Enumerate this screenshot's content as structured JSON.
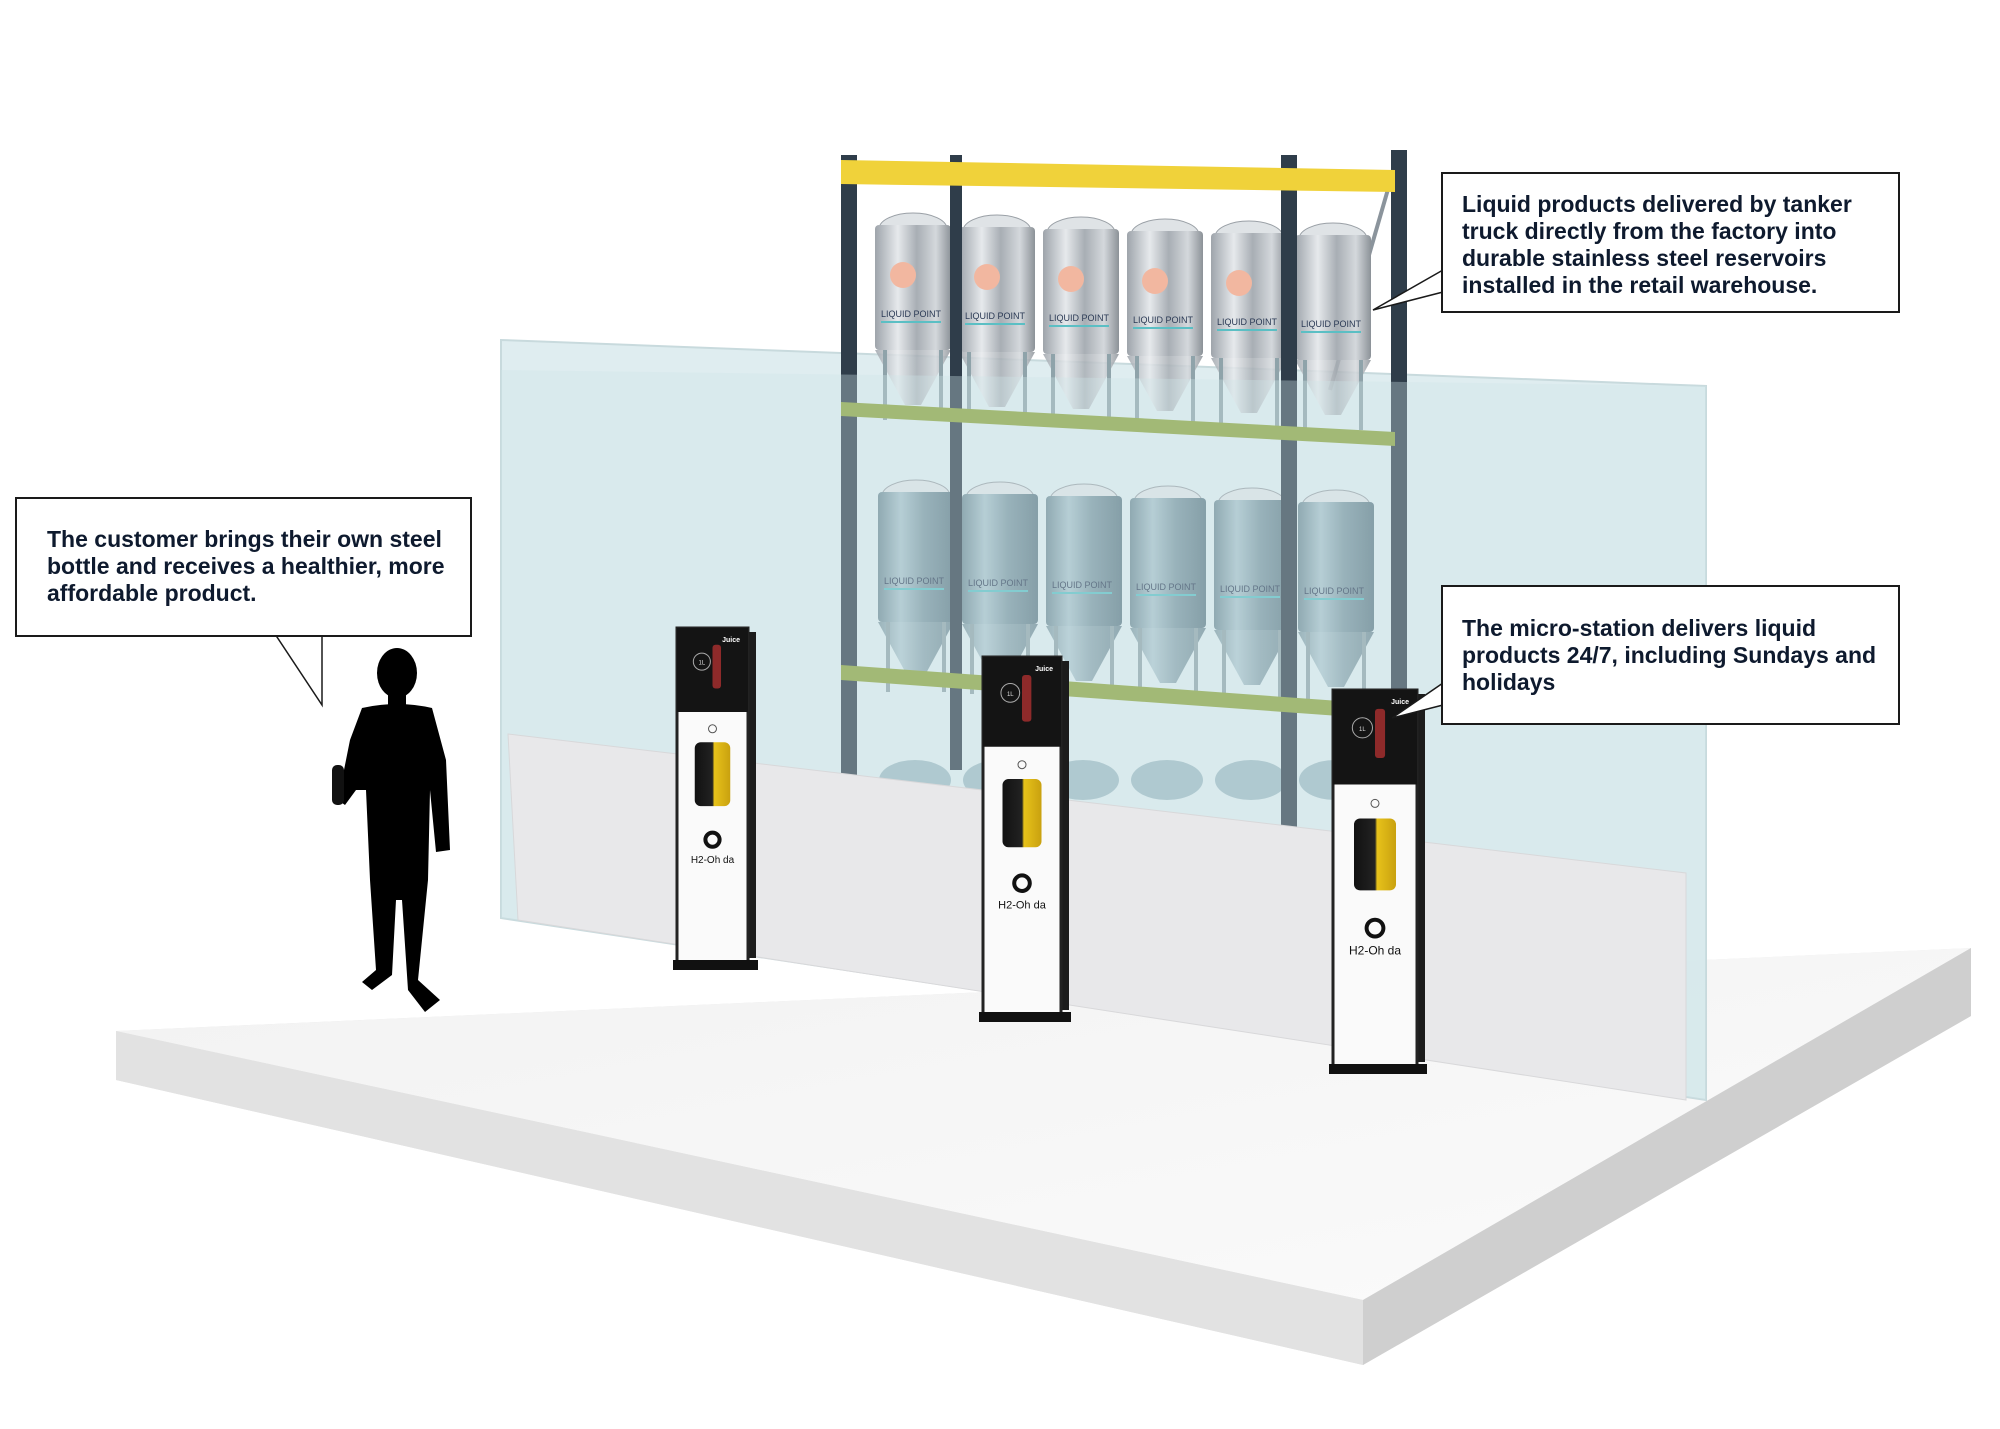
{
  "callouts": {
    "customer": "The customer brings their own steel bottle and receives a healthier, more affordable product.",
    "tanks": "Liquid products delivered by tanker truck directly from the factory into durable stainless steel reservoirs installed in the retail warehouse.",
    "station": "The micro-station delivers liquid products 24/7, including Sundays and holidays"
  },
  "tank_brand": "LIQUID POINT",
  "kiosk": {
    "screen_title": "Juice",
    "volume": "1L",
    "brand": "H2-Oh da"
  },
  "colors": {
    "rack_upright": "#2f3d4a",
    "rack_top_beam": "#f0d23a",
    "rack_shelf": "#8aa23a",
    "glass": "#dcecef",
    "callout_text": "#0e1a2e"
  }
}
